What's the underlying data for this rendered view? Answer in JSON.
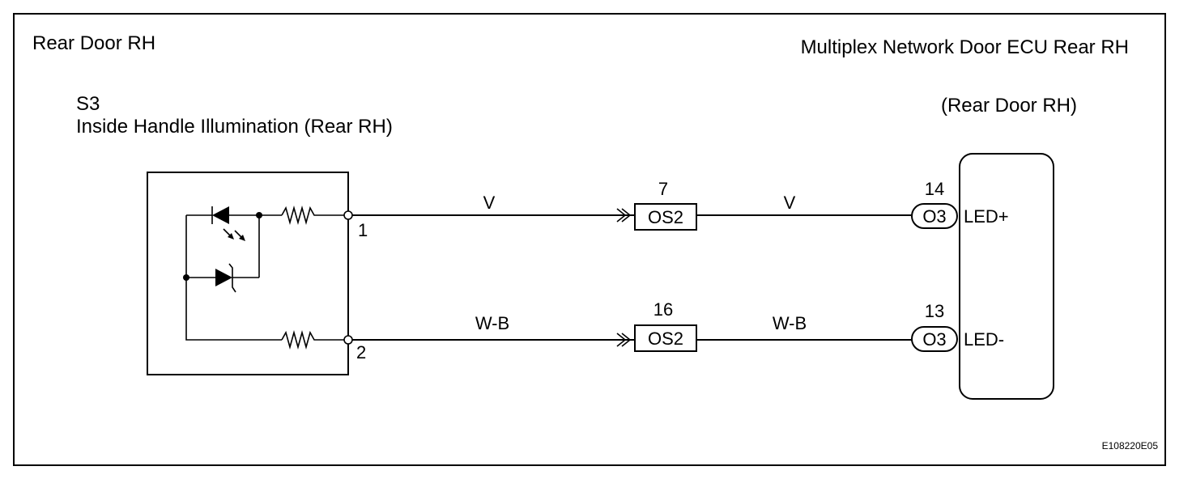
{
  "location_label": "Rear Door RH",
  "ecu": {
    "title": "Multiplex Network Door ECU Rear RH",
    "location": "(Rear Door RH)",
    "connector": "O3",
    "pins": [
      {
        "number": "14",
        "signal": "LED+"
      },
      {
        "number": "13",
        "signal": "LED-"
      }
    ]
  },
  "component": {
    "code": "S3",
    "name": "Inside Handle Illumination (Rear RH)",
    "pins": [
      "1",
      "2"
    ]
  },
  "junctions": [
    {
      "connector": "OS2",
      "pin": "7"
    },
    {
      "connector": "OS2",
      "pin": "16"
    }
  ],
  "wires": [
    {
      "color_code_left": "V",
      "color_code_right": "V"
    },
    {
      "color_code_left": "W-B",
      "color_code_right": "W-B"
    }
  ],
  "figure_id": "E108220E05"
}
